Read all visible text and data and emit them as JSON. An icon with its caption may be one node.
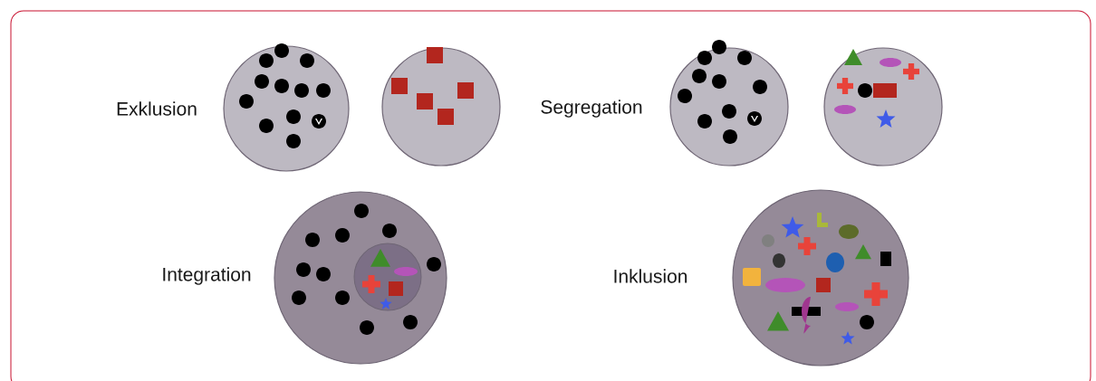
{
  "diagram": {
    "labels": [
      "Exklusion",
      "Segregation",
      "Integration",
      "Inklusion"
    ]
  }
}
